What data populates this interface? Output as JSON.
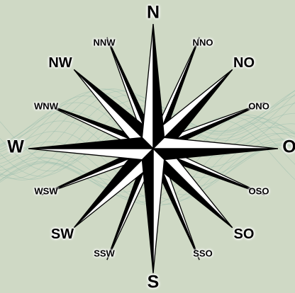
{
  "colors": {
    "background": "#cfd9c5",
    "pattern": "#8fb8a8",
    "ink": "#000000",
    "paper": "#ffffff"
  },
  "labels": {
    "N": "N",
    "S": "S",
    "W": "W",
    "O": "O",
    "NW": "NW",
    "NO": "NO",
    "SW": "SW",
    "SO": "SO",
    "NNW": "NNW",
    "NNO": "NNO",
    "WNW": "WNW",
    "ONO": "ONO",
    "WSW": "WSW",
    "OSO": "OSO",
    "SSW": "SSW",
    "SSO": "SSO"
  }
}
